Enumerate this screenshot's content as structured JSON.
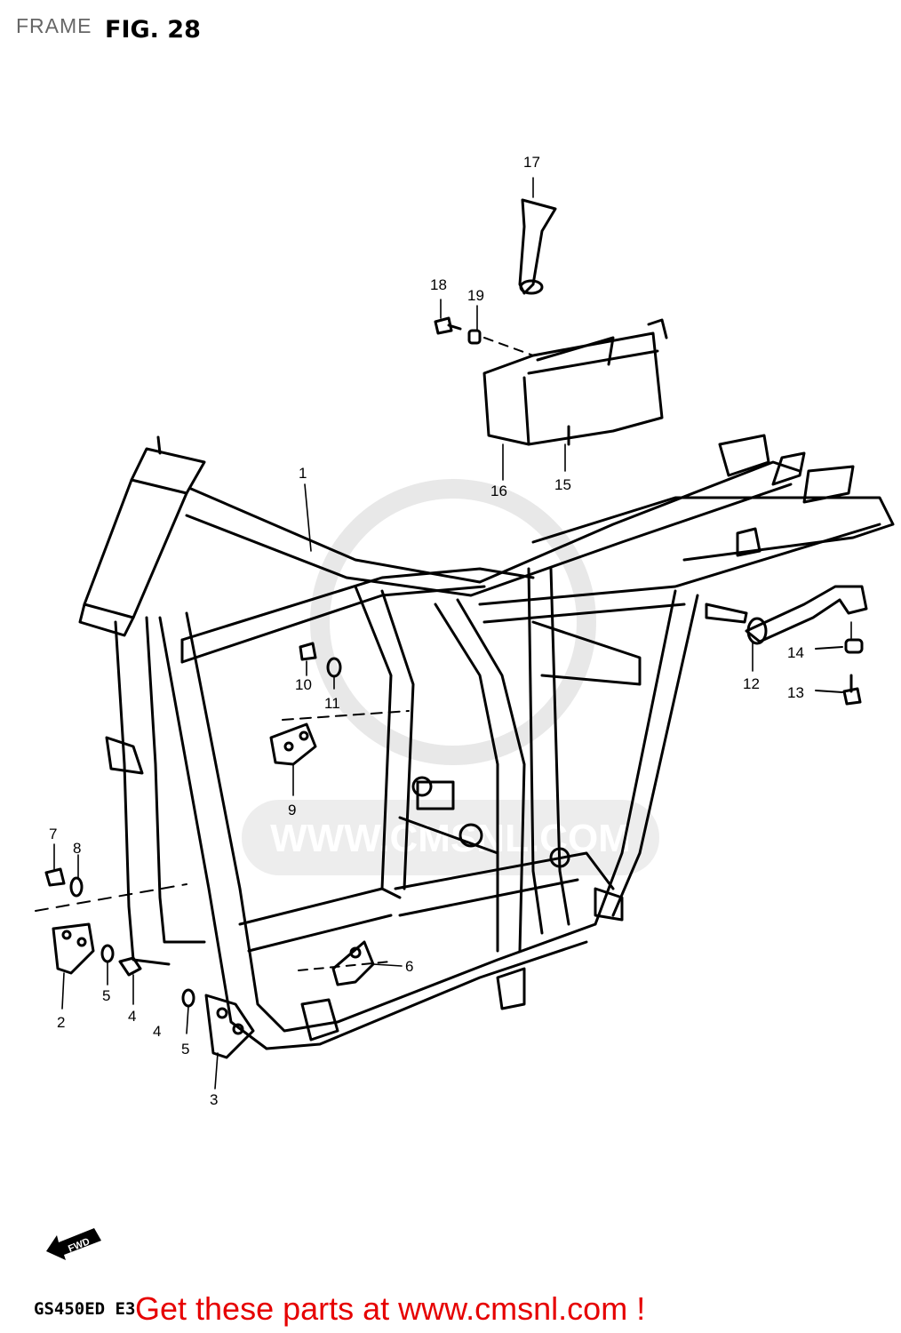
{
  "header": {
    "label": "FRAME",
    "figure": "FIG. 28"
  },
  "model_code": "GS450ED E3",
  "footer": {
    "text": "Get these parts at www.cmsnl.com !",
    "color": "#e60000"
  },
  "watermark": {
    "text": "WWW.CMSNL.COM",
    "color": "#e6e6e6"
  },
  "fwd_mark": {
    "text": "FWD",
    "icon": "forward-arrow-icon"
  },
  "callouts": [
    {
      "n": "1"
    },
    {
      "n": "2"
    },
    {
      "n": "3"
    },
    {
      "n": "4"
    },
    {
      "n": "4"
    },
    {
      "n": "5"
    },
    {
      "n": "5"
    },
    {
      "n": "6"
    },
    {
      "n": "7"
    },
    {
      "n": "8"
    },
    {
      "n": "9"
    },
    {
      "n": "10"
    },
    {
      "n": "11"
    },
    {
      "n": "12"
    },
    {
      "n": "13"
    },
    {
      "n": "14"
    },
    {
      "n": "15"
    },
    {
      "n": "16"
    },
    {
      "n": "17"
    },
    {
      "n": "18"
    },
    {
      "n": "19"
    }
  ]
}
